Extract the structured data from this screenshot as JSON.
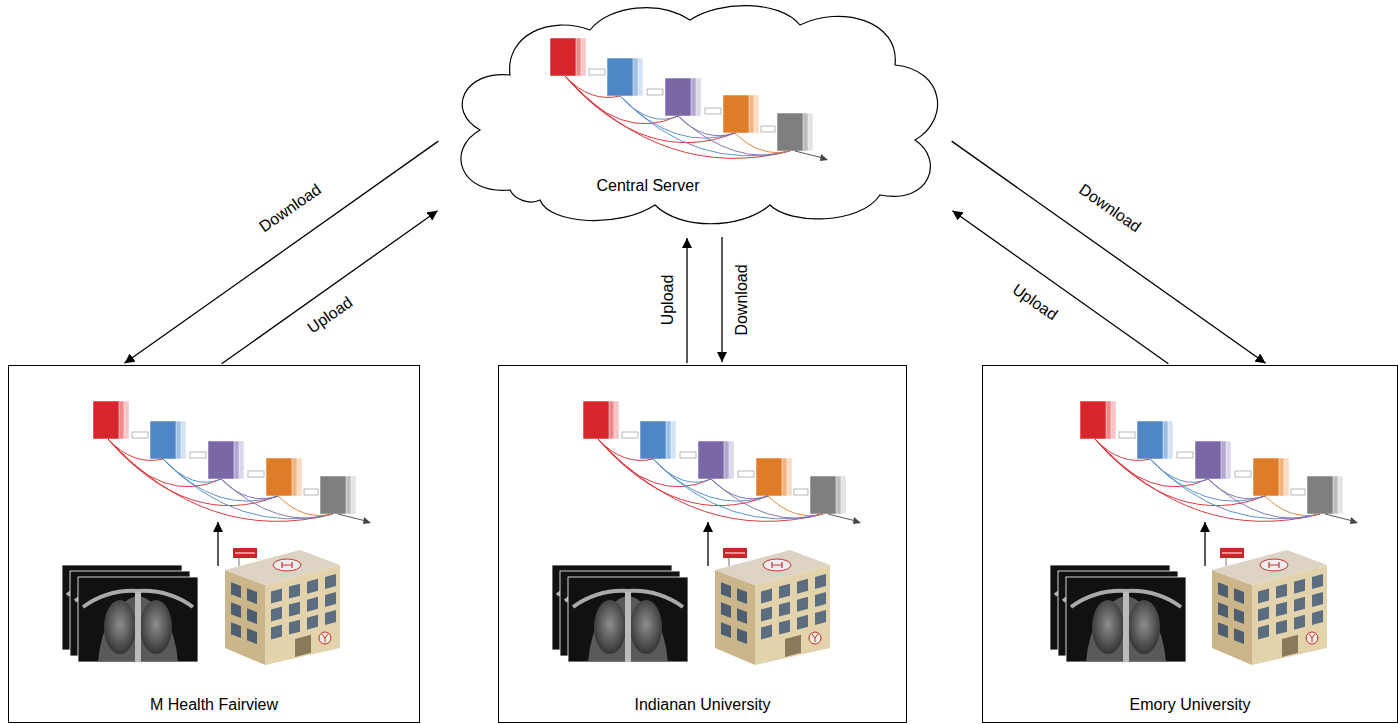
{
  "diagram": {
    "nodes": [
      {
        "text": [
          "Central Server"
        ]
      },
      {
        "text": [
          "M Health Fairview"
        ]
      },
      {
        "text": [
          "Indianan University"
        ]
      },
      {
        "text": [
          "Emory University"
        ]
      }
    ],
    "edges": [
      {
        "from": 0,
        "to": 1,
        "label": "Download",
        "arrow": "to"
      },
      {
        "from": 1,
        "to": 0,
        "label": "Upload",
        "arrow": "to"
      },
      {
        "from": 2,
        "to": 0,
        "label": "Upload",
        "arrow": "to"
      },
      {
        "from": 0,
        "to": 2,
        "label": "Download",
        "arrow": "to"
      },
      {
        "from": 0,
        "to": 3,
        "label": "Download",
        "arrow": "to"
      },
      {
        "from": 3,
        "to": 0,
        "label": "Upload",
        "arrow": "to"
      }
    ]
  }
}
